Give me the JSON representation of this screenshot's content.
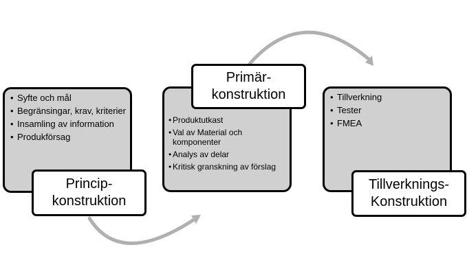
{
  "colors": {
    "box_fill": "#d0d0d0",
    "box_border": "#000000",
    "title_fill": "#ffffff",
    "arrow": "#b0b0b0"
  },
  "stages": [
    {
      "title": "Princip-\nkonstruktion",
      "items": [
        "Syfte och mål",
        "Begränsingar, krav, kriterier",
        "Insamling av information",
        "Produkförsag"
      ]
    },
    {
      "title": "Primär-\nkonstruktion",
      "items": [
        "Produktutkast",
        "Val av Material och komponenter",
        "Analys av delar",
        "Kritisk granskning av förslag"
      ]
    },
    {
      "title": "Tillverknings-\nKonstruktion",
      "items": [
        "Tillverkning",
        "Tester",
        "FMEA"
      ]
    }
  ]
}
